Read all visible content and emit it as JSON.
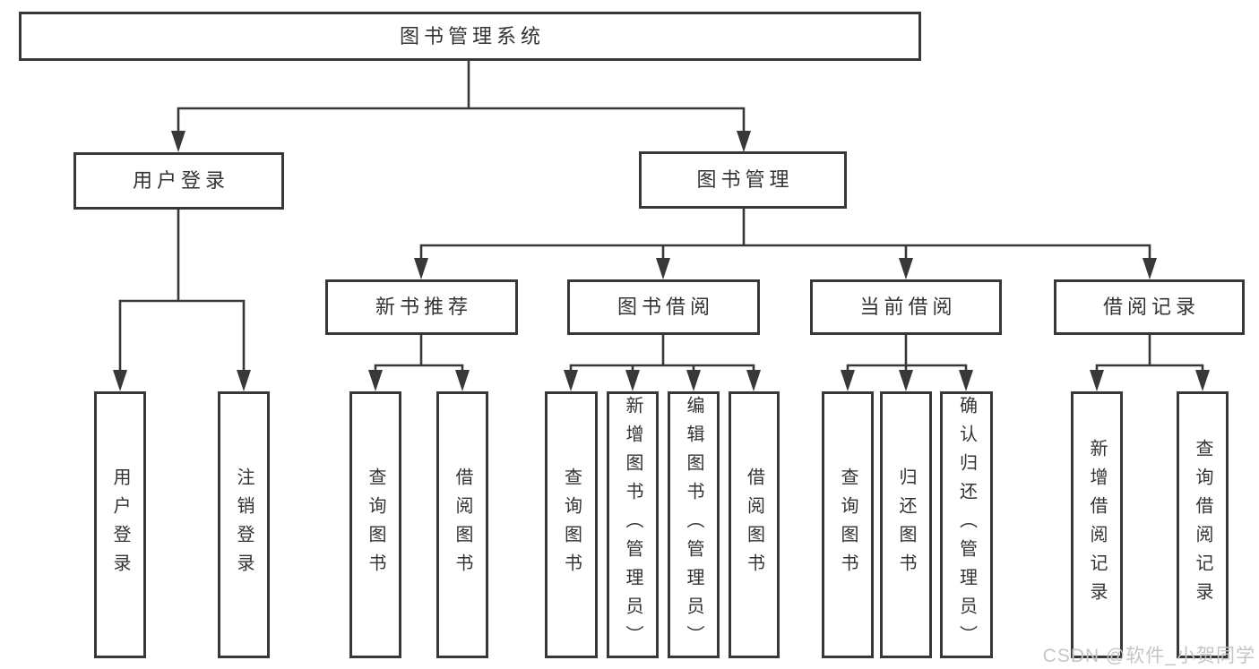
{
  "tree": {
    "root": {
      "label": "图书管理系统"
    },
    "branches": [
      {
        "label": "用户登录",
        "children": [
          {
            "label": "用户登录"
          },
          {
            "label": "注销登录"
          }
        ]
      },
      {
        "label": "图书管理",
        "children": [
          {
            "label": "新书推荐",
            "children": [
              {
                "label": "查询图书"
              },
              {
                "label": "借阅图书"
              }
            ]
          },
          {
            "label": "图书借阅",
            "children": [
              {
                "label": "查询图书"
              },
              {
                "label": "新增图书（管理员）"
              },
              {
                "label": "编辑图书（管理员）"
              },
              {
                "label": "借阅图书"
              }
            ]
          },
          {
            "label": "当前借阅",
            "children": [
              {
                "label": "查询图书"
              },
              {
                "label": "归还图书"
              },
              {
                "label": "确认归还（管理员）"
              }
            ]
          },
          {
            "label": "借阅记录",
            "children": [
              {
                "label": "新增借阅记录"
              },
              {
                "label": "查询借阅记录"
              }
            ]
          }
        ]
      }
    ]
  },
  "watermark": {
    "text": "CSDN @软件_小贺同学"
  },
  "colors": {
    "line": "#38383a",
    "text": "#333336",
    "watermark": "#c5c5c5",
    "background": "#ffffff"
  }
}
